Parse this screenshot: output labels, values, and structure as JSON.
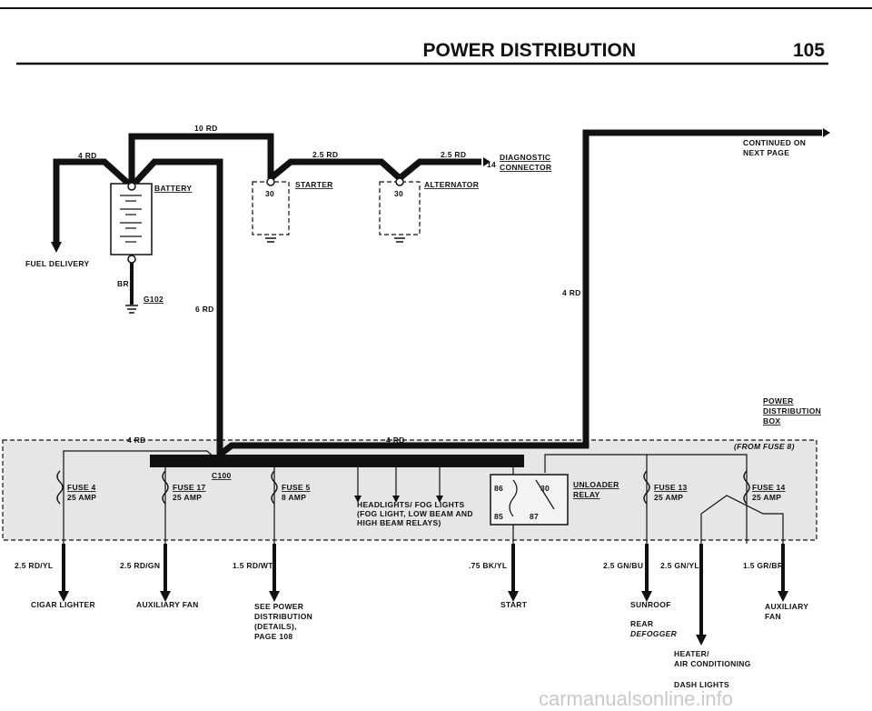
{
  "header": {
    "title": "POWER DISTRIBUTION",
    "page_number": "105"
  },
  "wires": {
    "w10rd": "10 RD",
    "w4rd_left": "4 RD",
    "w25rd_a": "2.5 RD",
    "w25rd_b": "2.5 RD",
    "w6rd": "6 RD",
    "w4rd_right": "4 RD",
    "br": "BR",
    "w4rd_box_left": "4 RD",
    "w4rd_box_mid": "4 RD"
  },
  "components": {
    "battery": "BATTERY",
    "starter": "STARTER",
    "alternator": "ALTERNATOR",
    "diagnostic_1": "DIAGNOSTIC",
    "diagnostic_2": "CONNECTOR",
    "diag_pin": "14",
    "ground": "G102",
    "fuel_delivery": "FUEL DELIVERY",
    "starter_pin": "30",
    "alternator_pin": "30",
    "continued_1": "CONTINUED ON",
    "continued_2": "NEXT PAGE",
    "pdb_1": "POWER",
    "pdb_2": "DISTRIBUTION",
    "pdb_3": "BOX",
    "from_fuse": "(FROM FUSE 8)",
    "c100": "C100"
  },
  "fuses": {
    "f4": "FUSE 4",
    "f4a": "25 AMP",
    "f17": "FUSE 17",
    "f17a": "25 AMP",
    "f5": "FUSE 5",
    "f5a": "8 AMP",
    "f13": "FUSE 13",
    "f13a": "25 AMP",
    "f14": "FUSE 14",
    "f14a": "25 AMP"
  },
  "headlights": {
    "l1": "HEADLIGHTS/ FOG LIGHTS",
    "l2": "(FOG LIGHT, LOW BEAM AND",
    "l3": "HIGH BEAM RELAYS)"
  },
  "relay": {
    "l1": "UNLOADER",
    "l2": "RELAY",
    "p86": "86",
    "p30": "30",
    "p85": "85",
    "p87": "87"
  },
  "outputs": {
    "o1w": "2.5 RD/YL",
    "o1": "CIGAR LIGHTER",
    "o2w": "2.5 RD/GN",
    "o2": "AUXILIARY FAN",
    "o3w": "1.5 RD/WT",
    "o3a": "SEE POWER",
    "o3b": "DISTRIBUTION",
    "o3c": "(DETAILS),",
    "o3d": "PAGE 108",
    "o4w": ".75 BK/YL",
    "o4": "START",
    "o5w": "2.5 GN/BU",
    "o5": "SUNROOF",
    "o6w": "2.5 GN/YL",
    "o6a": "REAR",
    "o6b": "DEFOGGER",
    "o6c": "HEATER/",
    "o6d": "AIR CONDITIONING",
    "o6e": "DASH LIGHTS",
    "o7w": "1.5 GR/BR",
    "o7a": "AUXILIARY",
    "o7b": "FAN"
  },
  "watermark": "carmanualsonline.info"
}
